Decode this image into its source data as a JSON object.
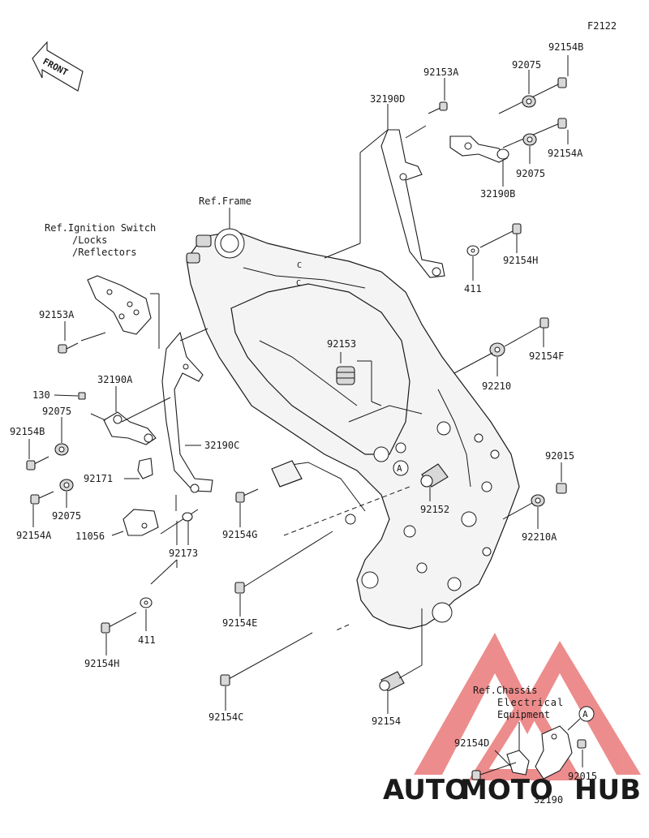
{
  "figure_code": "F2122",
  "front_label": "FRONT",
  "ref_frame": "Ref.Frame",
  "ref_ignition": [
    "Ref.Ignition Switch",
    "/Locks",
    "/Reflectors"
  ],
  "ref_chassis": [
    "Ref.Chassis",
    "Electrical",
    "Equipment"
  ],
  "callout_letter": "A",
  "parts": {
    "p92154B_top": "92154B",
    "p92075_top": "92075",
    "p92153A_top": "92153A",
    "p32190D": "32190D",
    "p92154A_right": "92154A",
    "p92075_right": "92075",
    "p32190B": "32190B",
    "p92154H_right": "92154H",
    "p411_right": "411",
    "p92154F": "92154F",
    "p92210": "92210",
    "p92153": "92153",
    "p92015_right": "92015",
    "p92210A": "92210A",
    "p92152": "92152",
    "p92154G": "92154G",
    "p92154E": "92154E",
    "p92154C": "92154C",
    "p92154": "92154",
    "p92153A_left": "92153A",
    "p130": "130",
    "p32190A": "32190A",
    "p92075_left1": "92075",
    "p92154B_left": "92154B",
    "p32190C": "32190C",
    "p92171": "92171",
    "p92075_left2": "92075",
    "p92154A_left": "92154A",
    "p11056": "11056",
    "p92173": "92173",
    "p411_left": "411",
    "p92154H_left": "92154H",
    "p92154D": "92154D",
    "p92015_bottom": "92015",
    "p32190": "32190"
  },
  "watermark": {
    "part1": "AUTO",
    "part2": "MOTO",
    "part3": "HUB",
    "color_orange": "#f5a623",
    "color_red": "#e03030",
    "color_black": "#1a1a1a"
  }
}
